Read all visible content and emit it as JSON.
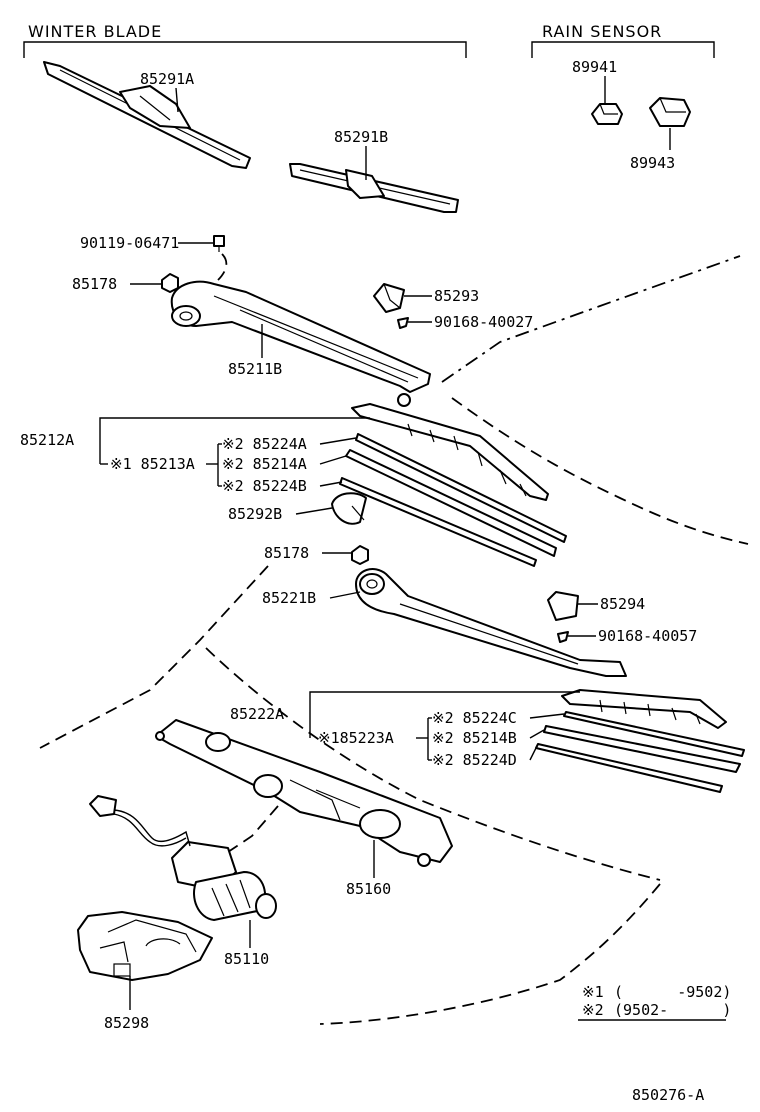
{
  "headers": {
    "winter_blade": "WINTER BLADE",
    "rain_sensor": "RAIN SENSOR"
  },
  "parts": {
    "p85291A": "85291A",
    "p85291B": "85291B",
    "p89941": "89941",
    "p89943": "89943",
    "p90119": "90119-06471",
    "p85178a": "85178",
    "p85293": "85293",
    "p90168_27": "90168-40027",
    "p85211B": "85211B",
    "p85212A": "85212A",
    "p85213A": "※1 85213A",
    "p85224A": "※2 85224A",
    "p85214A": "※2 85214A",
    "p85224B": "※2 85224B",
    "p85292B": "85292B",
    "p85178b": "85178",
    "p85221B": "85221B",
    "p85294": "85294",
    "p90168_57": "90168-40057",
    "p85222A": "85222A",
    "p85223A": "※185223A",
    "p85224C": "※2 85224C",
    "p85214B": "※2 85214B",
    "p85224D": "※2 85224D",
    "p85160": "85160",
    "p85110": "85110",
    "p85298": "85298"
  },
  "legend": {
    "note1_mark": "※1",
    "note1_text": "(      -9502)",
    "note2_mark": "※2",
    "note2_text": "(9502-      )"
  },
  "figure_id": "850276-A"
}
